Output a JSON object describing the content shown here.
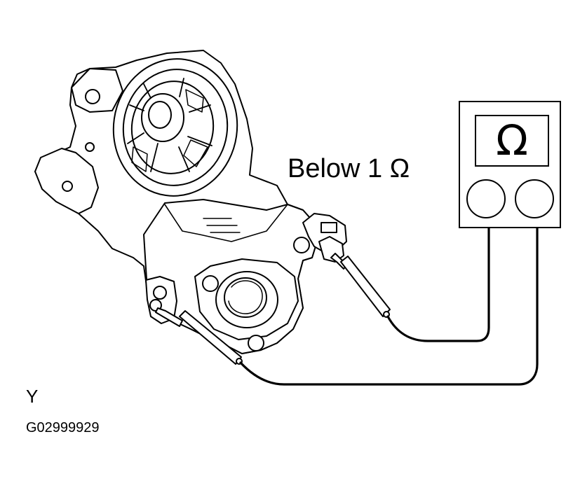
{
  "labels": {
    "resistance_spec": "Below 1 Ω",
    "meter_symbol": "Ω",
    "corner_letter": "Y",
    "figure_id": "G02999929"
  },
  "colors": {
    "line": "#000000",
    "background": "#ffffff"
  }
}
